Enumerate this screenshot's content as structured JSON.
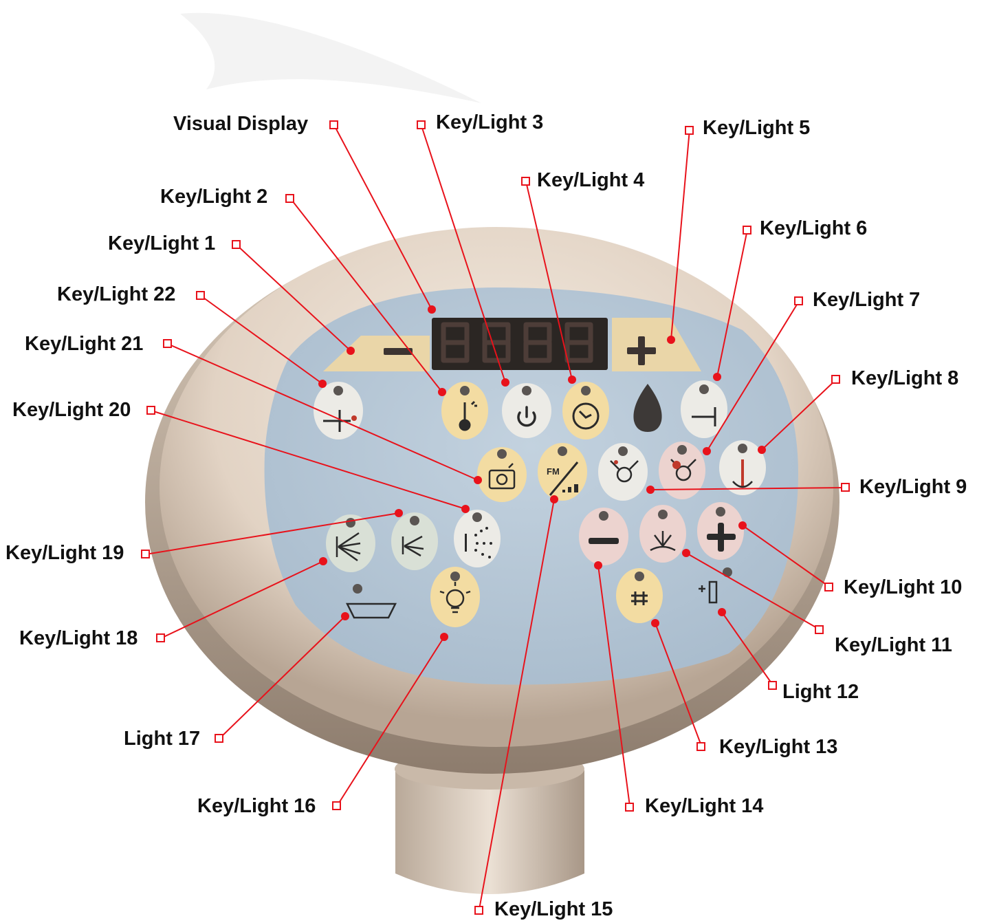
{
  "display": {
    "name": "Visual Display",
    "digits": [
      "8",
      "8",
      "8",
      "8"
    ]
  },
  "callouts": [
    {
      "id": "visual-display",
      "label": "Visual Display"
    },
    {
      "id": "kl1",
      "label": "Key/Light 1"
    },
    {
      "id": "kl2",
      "label": "Key/Light 2"
    },
    {
      "id": "kl3",
      "label": "Key/Light 3"
    },
    {
      "id": "kl4",
      "label": "Key/Light 4"
    },
    {
      "id": "kl5",
      "label": "Key/Light 5"
    },
    {
      "id": "kl6",
      "label": "Key/Light 6"
    },
    {
      "id": "kl7",
      "label": "Key/Light 7"
    },
    {
      "id": "kl8",
      "label": "Key/Light 8"
    },
    {
      "id": "kl9",
      "label": "Key/Light 9"
    },
    {
      "id": "kl10",
      "label": "Key/Light 10"
    },
    {
      "id": "kl11",
      "label": "Key/Light 11"
    },
    {
      "id": "l12",
      "label": "Light 12"
    },
    {
      "id": "kl13",
      "label": "Key/Light 13"
    },
    {
      "id": "kl14",
      "label": "Key/Light 14"
    },
    {
      "id": "kl15",
      "label": "Key/Light 15"
    },
    {
      "id": "kl16",
      "label": "Key/Light 16"
    },
    {
      "id": "l17",
      "label": "Light 17"
    },
    {
      "id": "kl18",
      "label": "Key/Light 18"
    },
    {
      "id": "kl19",
      "label": "Key/Light 19"
    },
    {
      "id": "kl20",
      "label": "Key/Light 20"
    },
    {
      "id": "kl21",
      "label": "Key/Light 21"
    },
    {
      "id": "kl22",
      "label": "Key/Light 22"
    }
  ],
  "keys": {
    "kl1": {
      "icon": "minus-icon"
    },
    "kl2": {
      "icon": "thermometer-icon"
    },
    "kl3": {
      "icon": "power-icon"
    },
    "kl4": {
      "icon": "timer-clock-icon"
    },
    "kl5": {
      "icon": "plus-icon"
    },
    "kl6": {
      "icon": "water-off-icon"
    },
    "kl7": {
      "icon": "chair-position-icon"
    },
    "kl8": {
      "icon": "instrument-icon"
    },
    "kl9": {
      "icon": "chair-return-icon"
    },
    "kl10": {
      "icon": "plus-icon"
    },
    "kl11": {
      "icon": "spray-mode-icon"
    },
    "l12": {
      "icon": "bottle-icon"
    },
    "kl13": {
      "icon": "hash-icon"
    },
    "kl14": {
      "icon": "minus-icon"
    },
    "kl15": {
      "icon": "fm-ramp-icon",
      "text": "FM"
    },
    "kl16": {
      "icon": "lightbulb-icon"
    },
    "l17": {
      "icon": "bowl-icon"
    },
    "kl18": {
      "icon": "spray-wide-icon"
    },
    "kl19": {
      "icon": "spray-narrow-icon"
    },
    "kl20": {
      "icon": "spray-dots-icon"
    },
    "kl21": {
      "icon": "camera-icon"
    },
    "kl22": {
      "icon": "water-heat-icon"
    }
  },
  "colors": {
    "callout_line": "#e8121b",
    "panel": "#b8c9d8",
    "housing": "#e4d6c8",
    "key_yellow": "#f3dca2",
    "key_pink": "#ecd3cf",
    "key_white": "#ecebe6",
    "key_green": "#d9e0d6",
    "display": "#2b2623",
    "segment": "#4a3a36"
  }
}
